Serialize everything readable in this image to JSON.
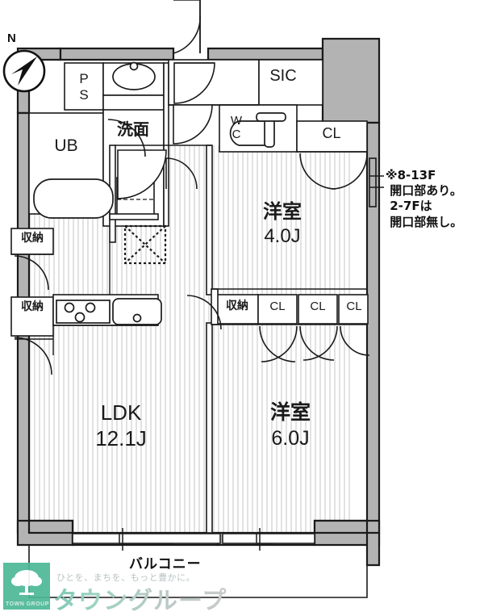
{
  "document": {
    "type": "floor-plan",
    "layout_name": "1LDK",
    "compass": {
      "north_label": "N"
    }
  },
  "rooms": [
    {
      "id": "ldk",
      "name": "LDK",
      "area": "12.1J",
      "kind": "living-dining-kitchen"
    },
    {
      "id": "washitsu1",
      "name": "洋室",
      "area": "4.0J",
      "kind": "western-room"
    },
    {
      "id": "washitsu2",
      "name": "洋室",
      "area": "6.0J",
      "kind": "western-room"
    },
    {
      "id": "senmen",
      "name": "洗面",
      "area": "",
      "kind": "washroom"
    },
    {
      "id": "ub",
      "name": "UB",
      "area": "",
      "kind": "unit-bath"
    },
    {
      "id": "wc",
      "name": "W\nC",
      "area": "",
      "kind": "toilet"
    },
    {
      "id": "sic",
      "name": "SIC",
      "area": "",
      "kind": "shoes-in-closet"
    },
    {
      "id": "ps",
      "name": "P\nS",
      "area": "",
      "kind": "pipe-space"
    }
  ],
  "storages": [
    {
      "id": "shuno-upper",
      "name": "収納"
    },
    {
      "id": "shuno-kitchen",
      "name": "収納"
    },
    {
      "id": "shuno-bedroom",
      "name": "収納"
    },
    {
      "id": "cl-entry",
      "name": "CL"
    },
    {
      "id": "cl-1",
      "name": "CL"
    },
    {
      "id": "cl-2",
      "name": "CL"
    },
    {
      "id": "cl-3",
      "name": "CL"
    }
  ],
  "annotations": {
    "balcony": "バルコニー",
    "opening_note": "※8-13F\n 開口部あり。\n 2-7Fは\n 開口部無し。"
  },
  "branding": {
    "tagline": "ひとを、まちを、もっと豊かに。",
    "name": "タウングループ",
    "mark_text": "TOWN GROUP",
    "accent_color": "#4cb896"
  },
  "colors": {
    "wall_fill": "#b3b3b3",
    "wall_stroke": "#1a1a1a",
    "floor_stripe": "#d8d8d8",
    "text": "#1a1a1a"
  }
}
